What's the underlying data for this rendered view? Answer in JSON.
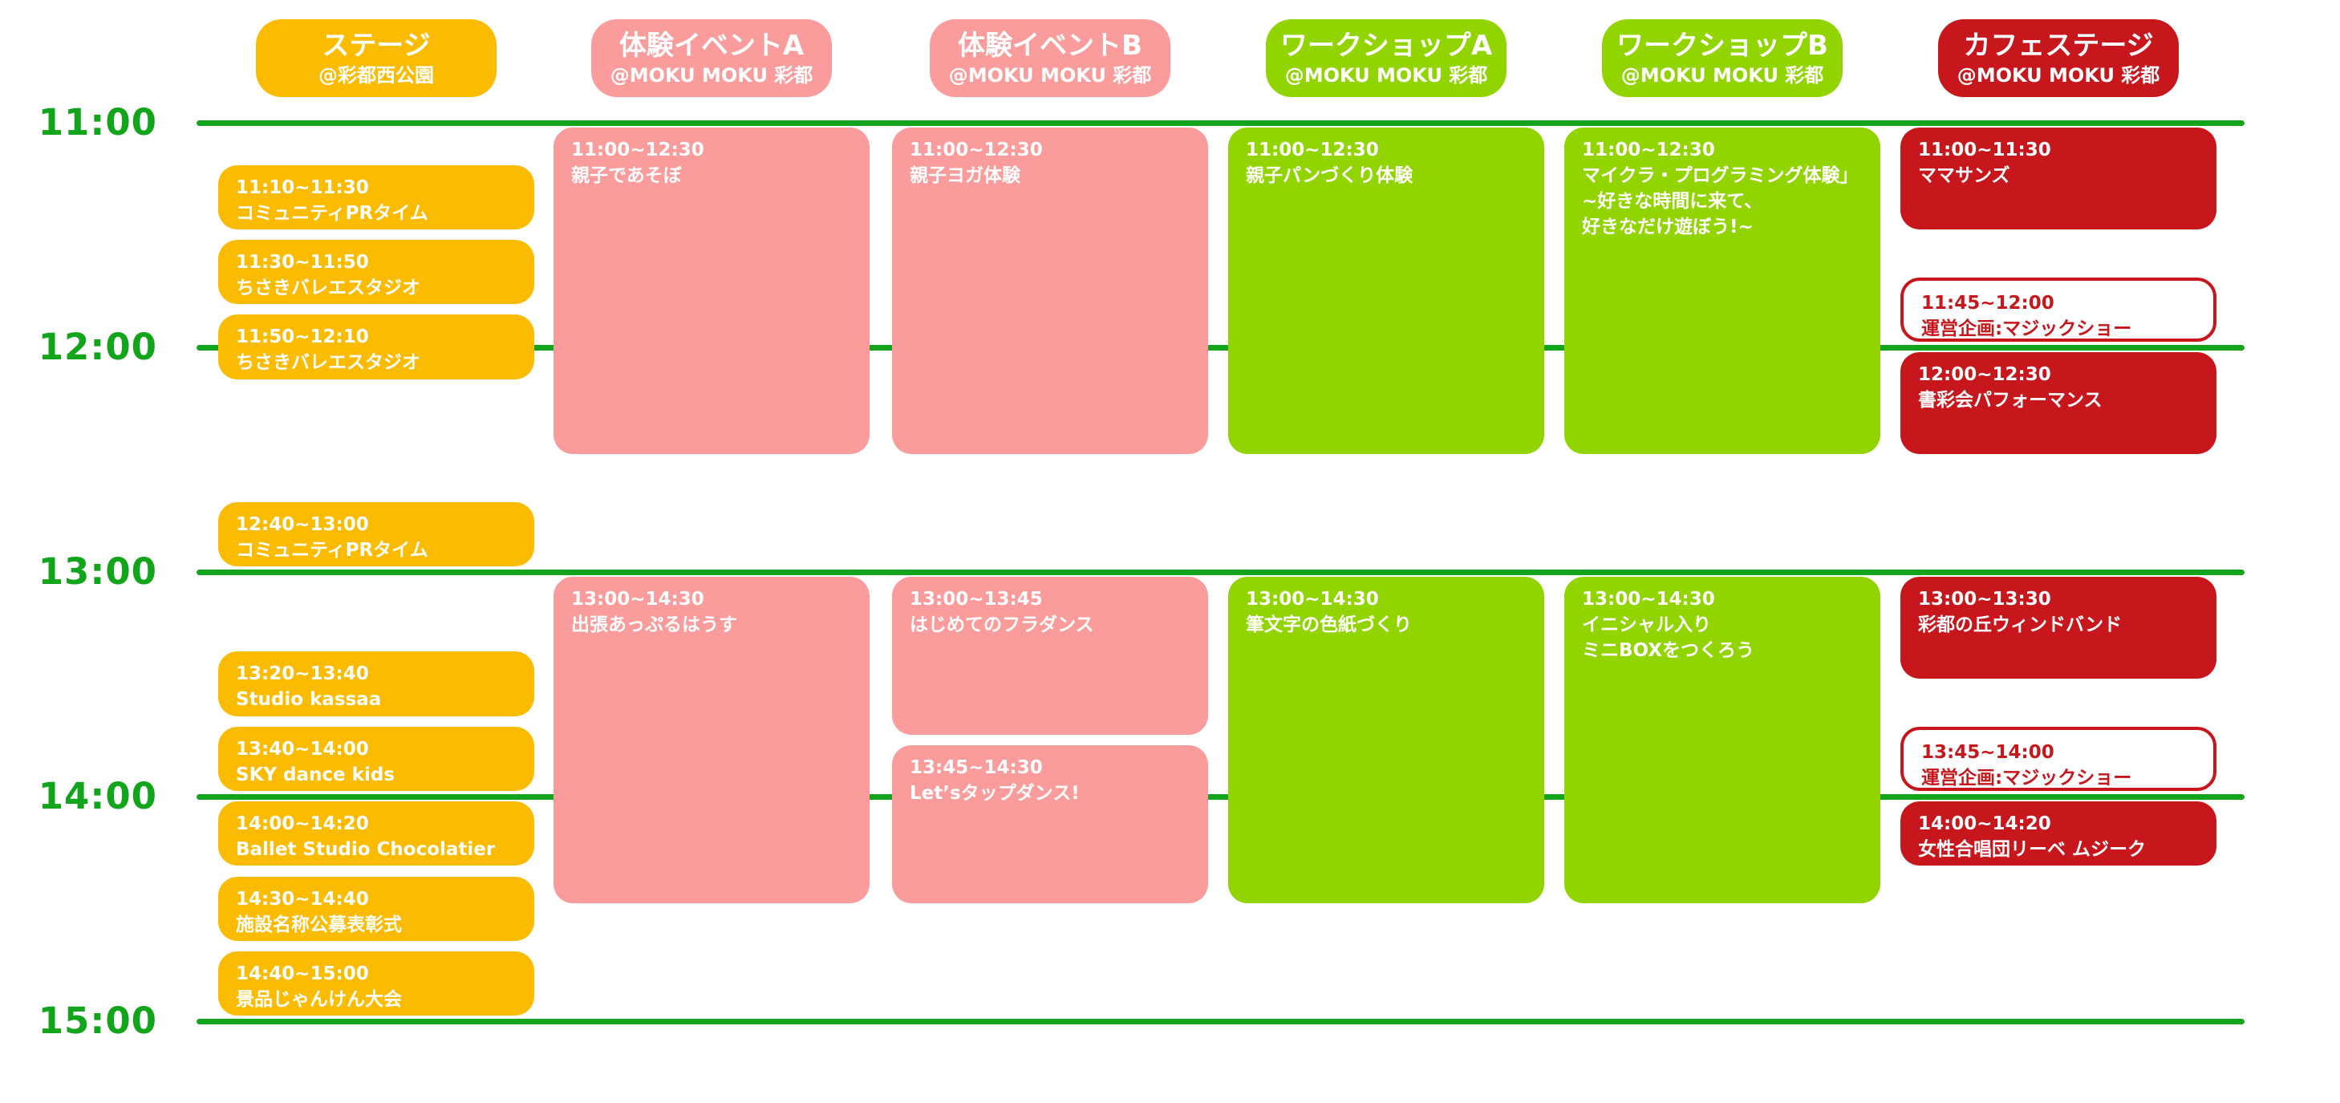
{
  "timeline": {
    "labels": [
      "11:00",
      "12:00",
      "13:00",
      "14:00",
      "15:00"
    ],
    "line_color": "#12A41B",
    "label_color": "#12A41B"
  },
  "columns": [
    {
      "header": {
        "title": "ステージ",
        "subtitle": "@彩都西公園"
      },
      "color": "#FBBB00"
    },
    {
      "header": {
        "title": "体験イベントA",
        "subtitle": "@MOKU MOKU 彩都"
      },
      "color": "#FA9C9C"
    },
    {
      "header": {
        "title": "体験イベントB",
        "subtitle": "@MOKU MOKU 彩都"
      },
      "color": "#FA9C9C"
    },
    {
      "header": {
        "title": "ワークショップA",
        "subtitle": "@MOKU MOKU 彩都"
      },
      "color": "#92D400"
    },
    {
      "header": {
        "title": "ワークショップB",
        "subtitle": "@MOKU MOKU 彩都"
      },
      "color": "#92D400"
    },
    {
      "header": {
        "title": "カフェステージ",
        "subtitle": "@MOKU MOKU 彩都"
      },
      "color": "#C8161D"
    }
  ],
  "events": [
    {
      "column": 0,
      "time": "11:10~11:30",
      "title": "コミュニティPRタイム",
      "variant": "solid"
    },
    {
      "column": 0,
      "time": "11:30~11:50",
      "title": "ちさきバレエスタジオ",
      "variant": "solid"
    },
    {
      "column": 0,
      "time": "11:50~12:10",
      "title": "ちさきバレエスタジオ",
      "variant": "solid"
    },
    {
      "column": 0,
      "time": "12:40~13:00",
      "title": "コミュニティPRタイム",
      "variant": "solid"
    },
    {
      "column": 0,
      "time": "13:20~13:40",
      "title": "Studio kassaa",
      "variant": "solid"
    },
    {
      "column": 0,
      "time": "13:40~14:00",
      "title": "SKY dance kids",
      "variant": "solid"
    },
    {
      "column": 0,
      "time": "14:00~14:20",
      "title": "Ballet Studio Chocolatier",
      "variant": "solid"
    },
    {
      "column": 0,
      "time": "14:30~14:40",
      "title": "施設名称公募表彰式",
      "variant": "solid"
    },
    {
      "column": 0,
      "time": "14:40~15:00",
      "title": "景品じゃんけん大会",
      "variant": "solid"
    },
    {
      "column": 1,
      "time": "11:00~12:30",
      "title": "親子であそぼ",
      "variant": "solid"
    },
    {
      "column": 1,
      "time": "13:00~14:30",
      "title": "出張あっぷるはうす",
      "variant": "solid"
    },
    {
      "column": 2,
      "time": "11:00~12:30",
      "title": "親子ヨガ体験",
      "variant": "solid"
    },
    {
      "column": 2,
      "time": "13:00~13:45",
      "title": "はじめてのフラダンス",
      "variant": "solid"
    },
    {
      "column": 2,
      "time": "13:45~14:30",
      "title": "Let’sタップダンス!",
      "variant": "solid"
    },
    {
      "column": 3,
      "time": "11:00~12:30",
      "title": "親子パンづくり体験",
      "variant": "solid"
    },
    {
      "column": 3,
      "time": "13:00~14:30",
      "title": "筆文字の色紙づくり",
      "variant": "solid"
    },
    {
      "column": 4,
      "time": "11:00~12:30",
      "title": [
        "マイクラ・プログラミング体験」",
        "~好きな時間に来て、",
        "好きなだけ遊ぼう!~"
      ],
      "variant": "solid"
    },
    {
      "column": 4,
      "time": "13:00~14:30",
      "title": [
        "イニシャル入り",
        "ミニBOXをつくろう"
      ],
      "variant": "solid"
    },
    {
      "column": 5,
      "time": "11:00~11:30",
      "title": "ママサンズ",
      "variant": "solid"
    },
    {
      "column": 5,
      "time": "11:45~12:00",
      "title": "運営企画:マジックショー",
      "variant": "outline",
      "outline_color": "#C8161D"
    },
    {
      "column": 5,
      "time": "12:00~12:30",
      "title": "書彩会パフォーマンス",
      "variant": "solid"
    },
    {
      "column": 5,
      "time": "13:00~13:30",
      "title": "彩都の丘ウィンドバンド",
      "variant": "solid"
    },
    {
      "column": 5,
      "time": "13:45~14:00",
      "title": "運営企画:マジックショー",
      "variant": "outline",
      "outline_color": "#C8161D"
    },
    {
      "column": 5,
      "time": "14:00~14:20",
      "title": "女性合唱団リーベ ムジーク",
      "variant": "solid"
    }
  ]
}
